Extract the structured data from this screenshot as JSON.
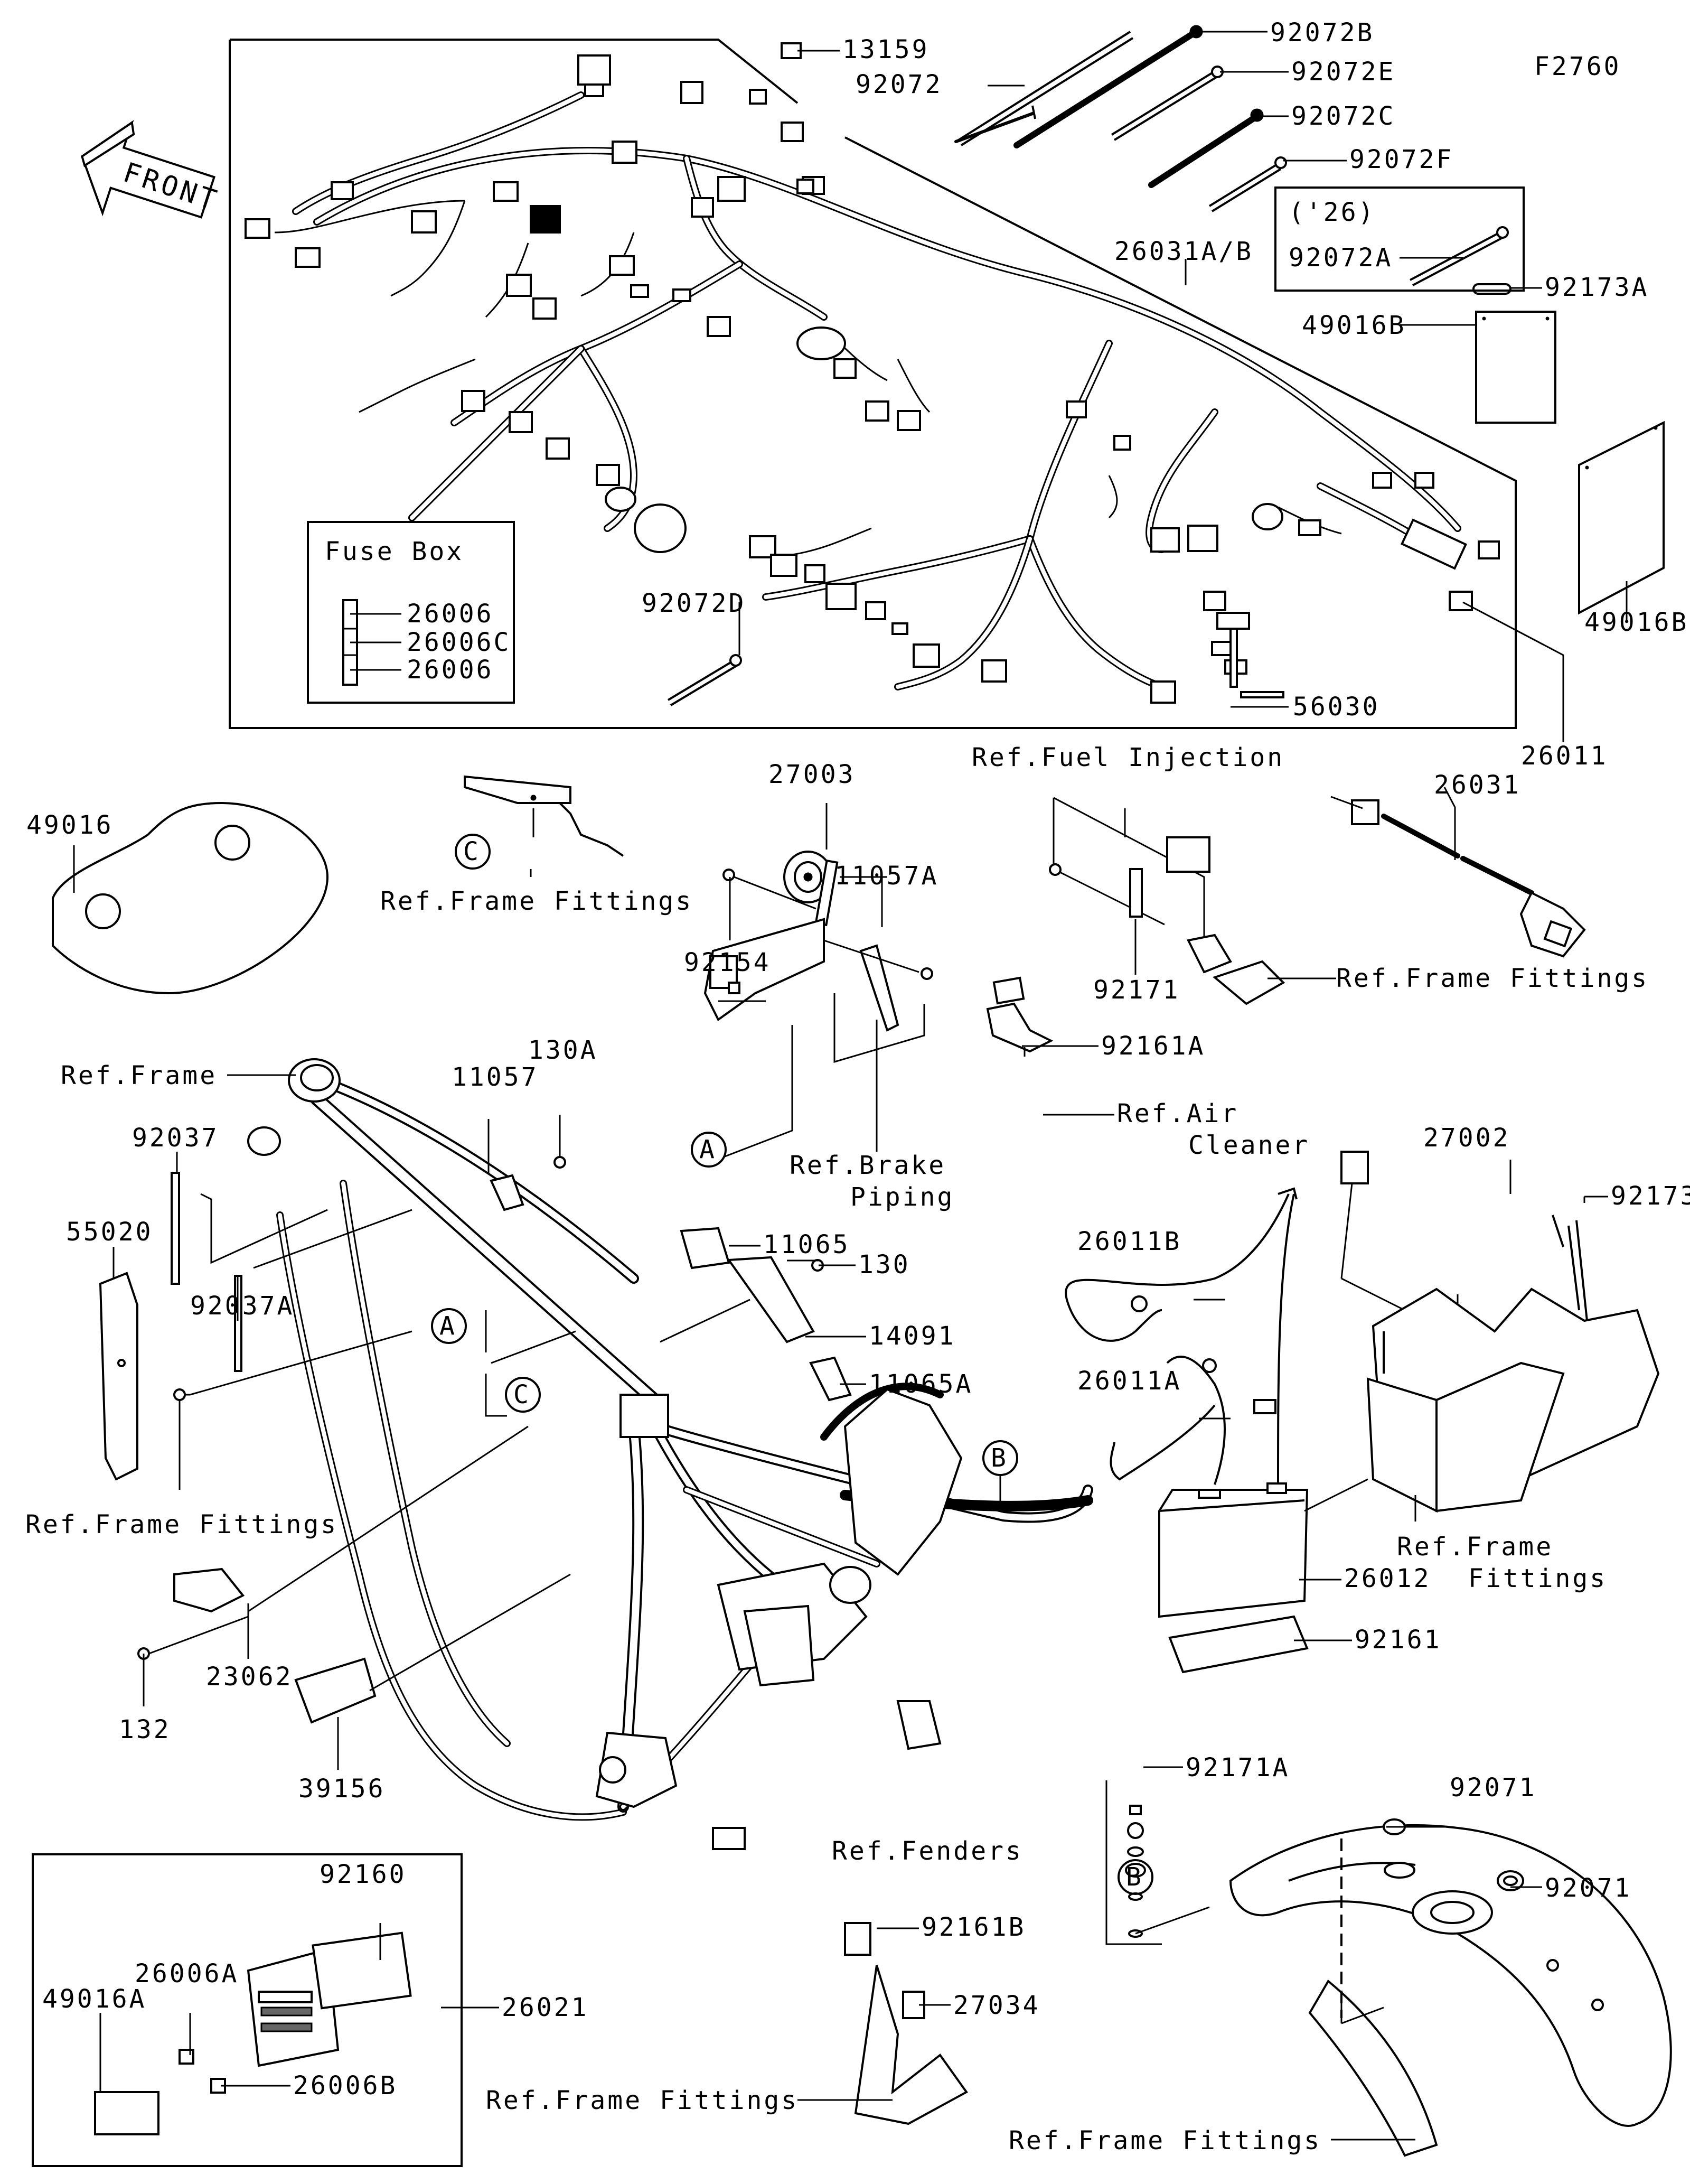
{
  "diagram_code": "F2760",
  "front_label": "FRONT",
  "fuse_box": {
    "title": "Fuse Box",
    "items": [
      "26006",
      "26006C",
      "26006"
    ]
  },
  "year_note": "('26)",
  "part_numbers": {
    "p13159": "13159",
    "p92072": "92072",
    "p92072B": "92072B",
    "p92072E": "92072E",
    "p92072C": "92072C",
    "p92072F": "92072F",
    "p92072A": "92072A",
    "p92173A": "92173A",
    "p26031AB": "26031A/B",
    "p49016B_1": "49016B",
    "p49016B_2": "49016B",
    "p92072D": "92072D",
    "p56030": "56030",
    "p26011": "26011",
    "p49016": "49016",
    "p27003": "27003",
    "p11057A": "11057A",
    "p92154": "92154",
    "p92171": "92171",
    "p26031": "26031",
    "p130A": "130A",
    "p11057": "11057",
    "p92037": "92037",
    "p55020": "55020",
    "p92037A": "92037A",
    "p11065": "11065",
    "p130": "130",
    "p14091": "14091",
    "p11065A": "11065A",
    "p92161A": "92161A",
    "p27002": "27002",
    "p92173": "92173",
    "p26011B": "26011B",
    "p26011A": "26011A",
    "p26012": "26012",
    "p92161": "92161",
    "p23062": "23062",
    "p132": "132",
    "p39156": "39156",
    "p92171A": "92171A",
    "p92071_1": "92071",
    "p92071_2": "92071",
    "p92160": "92160",
    "p26006A": "26006A",
    "p49016A": "49016A",
    "p26006B": "26006B",
    "p26021": "26021",
    "p92161B": "92161B",
    "p27034": "27034"
  },
  "references": {
    "frame_fittings_c": "Ref.Frame Fittings",
    "fuel_injection": "Ref.Fuel Injection",
    "frame_fittings_fi": "Ref.Frame Fittings",
    "frame": "Ref.Frame",
    "brake_piping_1": "Ref.Brake",
    "brake_piping_2": "Piping",
    "air_cleaner_1": "Ref.Air",
    "air_cleaner_2": "Cleaner",
    "frame_fittings_left": "Ref.Frame Fittings",
    "frame_fittings_right_1": "Ref.Frame",
    "frame_fittings_right_2": "Fittings",
    "fenders": "Ref.Fenders",
    "frame_fittings_bottom": "Ref.Frame Fittings",
    "frame_fittings_rear": "Ref.Frame Fittings"
  },
  "callouts": {
    "A": "A",
    "B": "B",
    "C": "C"
  }
}
